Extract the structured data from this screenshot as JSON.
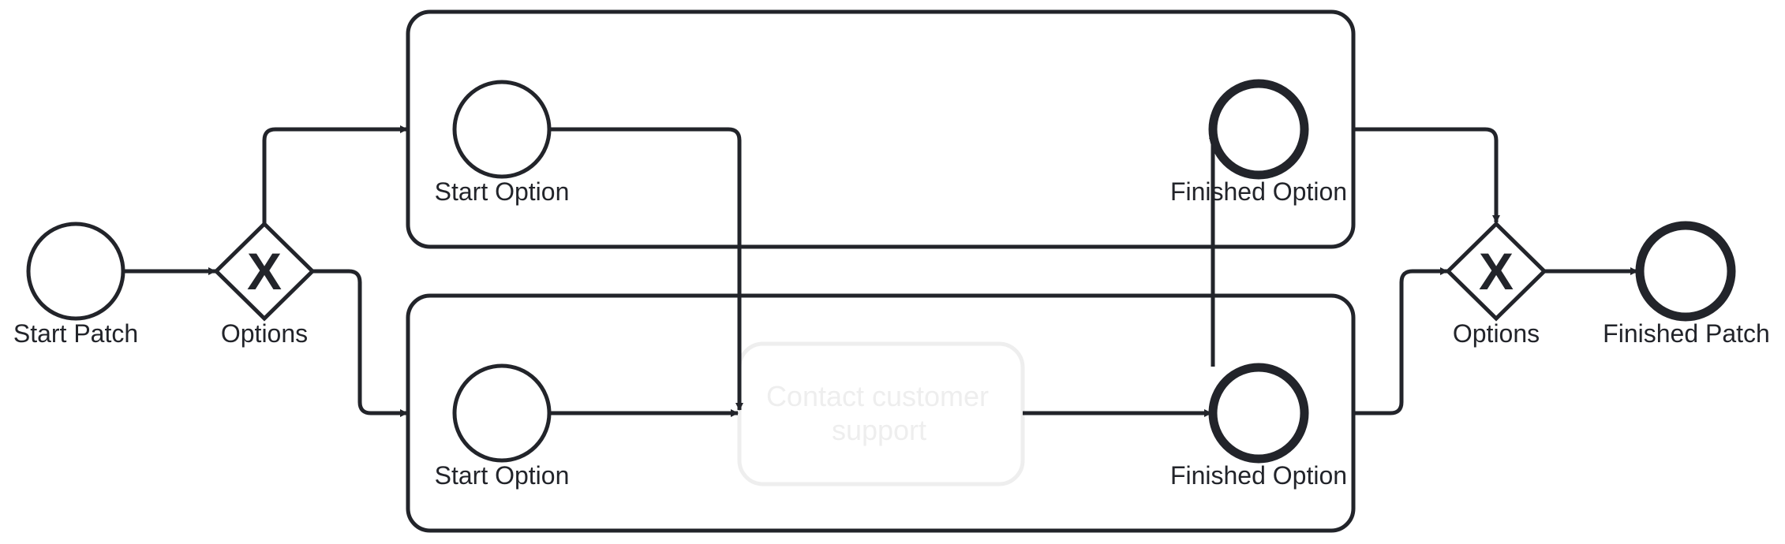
{
  "diagram": {
    "events": {
      "start_patch": "Start Patch",
      "top_start_option": "Start Option",
      "top_finished_option": "Finished Option",
      "bottom_start_option": "Start Option",
      "bottom_finished_option": "Finished Option",
      "finished_patch": "Finished Patch"
    },
    "gateways": {
      "left_options": "Options",
      "left_symbol": "X",
      "right_options": "Options",
      "right_symbol": "X"
    },
    "tasks": {
      "contact_line1": "Contact customer",
      "contact_line2": "support"
    },
    "colors": {
      "stroke": "#22242a",
      "faded_task": "#eeeeee",
      "background": "#ffffff"
    }
  }
}
